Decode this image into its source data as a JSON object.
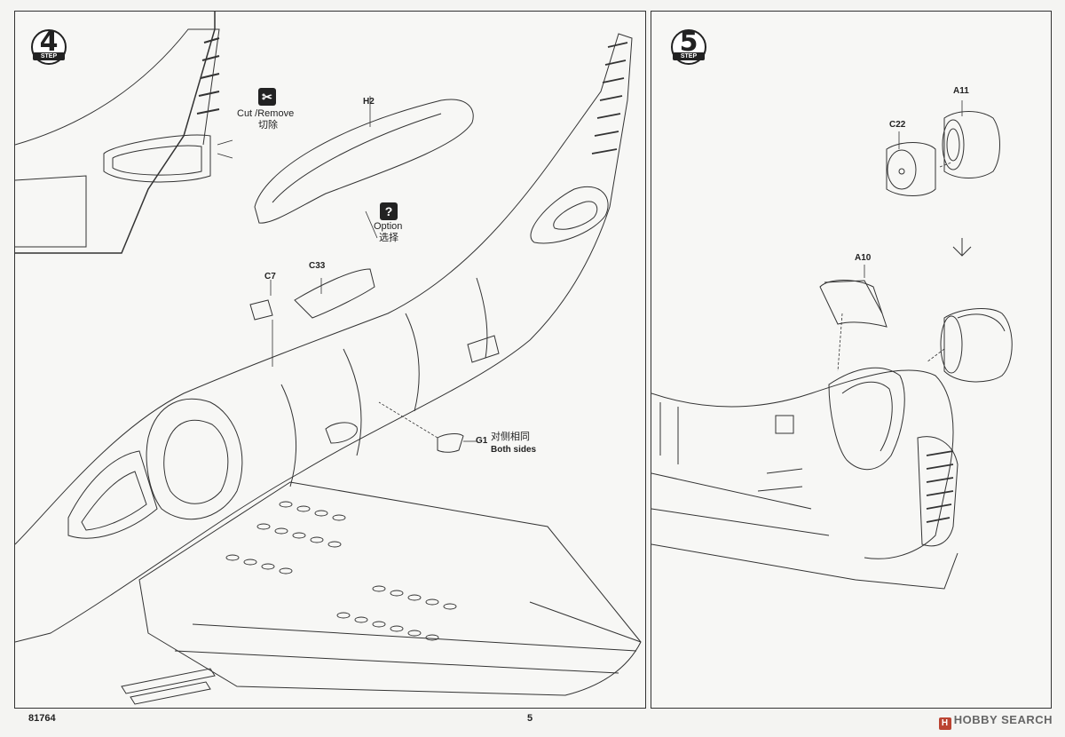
{
  "page": {
    "left_code": "81764",
    "page_number": "5"
  },
  "step4": {
    "badge_number": "4",
    "badge_label": "STEP",
    "cut_remove": {
      "label": "Cut /Remove",
      "label_cn": "切除"
    },
    "option": {
      "label": "Option",
      "label_cn": "选择"
    },
    "parts": {
      "h2": "H2",
      "c7": "C7",
      "c33": "C33",
      "g1": "G1"
    },
    "both_sides": {
      "label": "Both sides",
      "label_cn": "对侧相同"
    }
  },
  "step5": {
    "badge_number": "5",
    "badge_label": "STEP",
    "parts": {
      "a11": "A11",
      "c22": "C22",
      "a10": "A10"
    }
  },
  "watermark": {
    "text": "HOBBY SEARCH"
  }
}
